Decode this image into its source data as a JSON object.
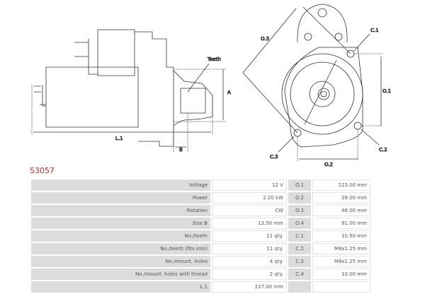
{
  "drawing_labels": {
    "teeth": "Teeth",
    "a": "A",
    "b": "B",
    "l1": "L.1",
    "o3": "O.3",
    "c1": "C.1",
    "o1": "O.1",
    "c3": "C.3",
    "c2": "C.2",
    "o2": "O.2"
  },
  "title": "S3057",
  "title_color": "#c0282d",
  "rows": [
    {
      "label": "Voltage",
      "value": "12 V",
      "code": "O.1",
      "code_value": "123.00 mm"
    },
    {
      "label": "Power",
      "value": "2.20 kW",
      "code": "O.2",
      "code_value": "29.00 mm"
    },
    {
      "label": "Rotation",
      "value": "CW",
      "code": "O.3",
      "code_value": "46.00 mm"
    },
    {
      "label": "Size B",
      "value": "13.50 mm",
      "code": "O.4",
      "code_value": "91.00 mm"
    },
    {
      "label": "No./teeth",
      "value": "11 qty.",
      "code": "C.1",
      "code_value": "10.50 mm"
    },
    {
      "label": "No./teeth (fits into)",
      "value": "11 qty.",
      "code": "C.2",
      "code_value": "M8x1.25 mm"
    },
    {
      "label": "No./mount. holes",
      "value": "4 qty.",
      "code": "C.3",
      "code_value": "M8x1.25 mm"
    },
    {
      "label": "No./mount. holes with thread",
      "value": "2 qty.",
      "code": "C.4",
      "code_value": "10.00 mm"
    },
    {
      "label": "L.1",
      "value": "217.00 mm",
      "code": "",
      "code_value": ""
    }
  ]
}
